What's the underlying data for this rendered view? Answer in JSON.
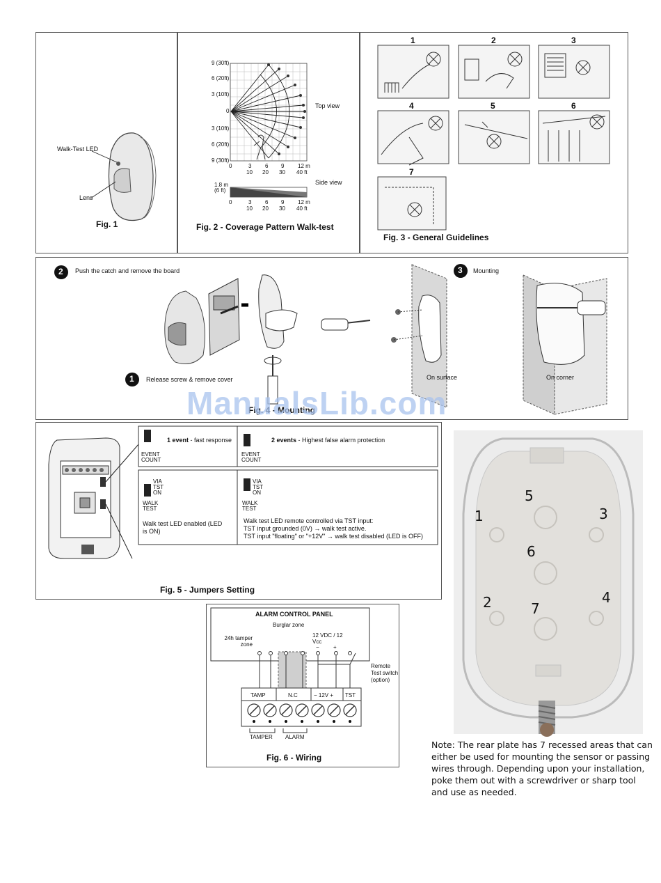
{
  "fig1": {
    "walk_test_led": "Walk-Test LED",
    "lens": "Lens",
    "caption": "Fig. 1"
  },
  "fig2": {
    "y_ticks": [
      "9 (30ft)",
      "6 (20ft)",
      "3 (10ft)",
      "0",
      "3 (10ft)",
      "6 (20ft)",
      "9 (30ft)"
    ],
    "x_ticks_top": [
      "0",
      "3",
      "6",
      "9",
      "12 m"
    ],
    "x_ticks_top_ft": [
      "10",
      "20",
      "30",
      "40 ft"
    ],
    "top_view": "Top view",
    "side_view": "Side view",
    "height": "1.8 m",
    "height_ft": "(6 ft)",
    "x_ticks_side": [
      "0",
      "3",
      "6",
      "9",
      "12 m"
    ],
    "x_ticks_side_ft": [
      "10",
      "20",
      "30",
      "40 ft"
    ],
    "caption": "Fig. 2 - Coverage Pattern Walk-test"
  },
  "fig3": {
    "panel_numbers": [
      "1",
      "2",
      "3",
      "4",
      "5",
      "6",
      "7"
    ],
    "caption": "Fig. 3 - General Guidelines"
  },
  "fig4": {
    "step2": "Push the catch and remove the board",
    "step3": "Mounting",
    "step1": "Release screw & remove cover",
    "on_surface": "On surface",
    "on_corner": "On corner",
    "caption": "Fig. 4 - Mounting",
    "num1": "1",
    "num2": "2",
    "num3": "3"
  },
  "fig5": {
    "event1_title": "1 event",
    "event1_desc": " - fast response",
    "event2_title": "2 events",
    "event2_desc": " - Highest false alarm protection",
    "event_count_label": "EVENT COUNT",
    "walk_test_label": "WALK TEST",
    "jumper_via": "VIA",
    "jumper_tst": "TST",
    "jumper_on": "ON",
    "led_enabled": "Walk test LED enabled (LED is ON)",
    "remote_line1": "Walk test LED remote controlled via TST input:",
    "remote_line2": "TST input grounded (0V) → walk test active.",
    "remote_line3": "TST input \"floating\" or \"+12V\" → walk test disabled (LED is OFF)",
    "caption": "Fig. 5 - Jumpers Setting"
  },
  "fig6": {
    "panel": "ALARM CONTROL PANEL",
    "burglar": "Burglar zone",
    "tamper_zone": "24h tamper zone",
    "vdc": "12 VDC / 12 Vcc",
    "minus": "−",
    "plus": "+",
    "remote": "Remote Test switch (option)",
    "tamp": "TAMP",
    "nc": "N.C",
    "v12": "− 12V +",
    "tst": "TST",
    "tamper": "TAMPER",
    "alarm": "ALARM",
    "caption": "Fig. 6 - Wiring"
  },
  "photo": {
    "labels": [
      "1",
      "2",
      "3",
      "4",
      "5",
      "6",
      "7"
    ]
  },
  "note": "Note: The rear plate has 7 recessed areas that can either be used for mounting the sensor or passing wires through.  Depending upon your installation, poke them out with a screwdriver or sharp tool and use as needed.",
  "watermark": "ManualsLib.com"
}
